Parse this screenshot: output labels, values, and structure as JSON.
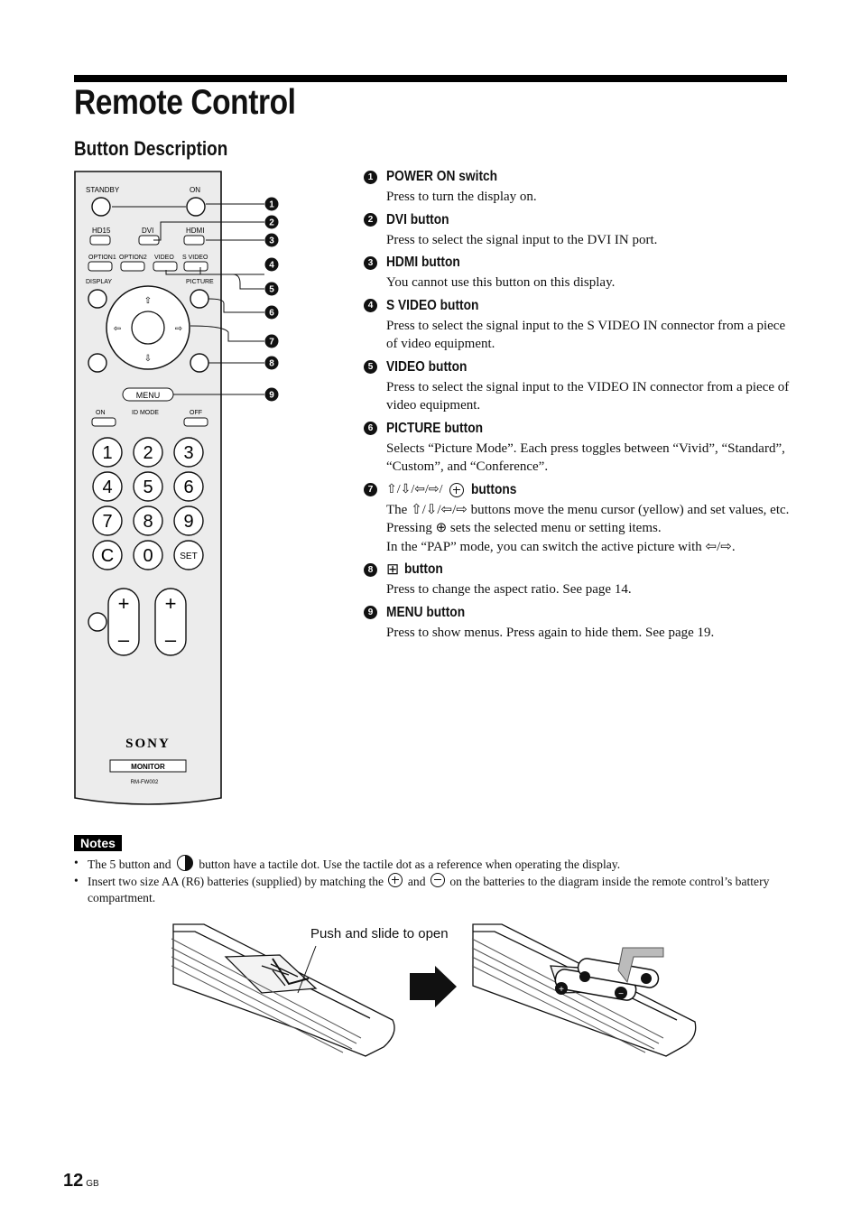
{
  "page": {
    "title": "Remote Control",
    "subtitle": "Button Description",
    "page_number": "12",
    "page_suffix": "GB"
  },
  "remote": {
    "standby": "STANDBY",
    "on": "ON",
    "hd15": "HD15",
    "dvi": "DVI",
    "hdmi": "HDMI",
    "option1": "OPTION1",
    "option2": "OPTION2",
    "video": "VIDEO",
    "svideo": "S VIDEO",
    "display": "DISPLAY",
    "picture": "PICTURE",
    "menu": "MENU",
    "id_on": "ON",
    "id_mode": "ID MODE",
    "id_off": "OFF",
    "keys": [
      "1",
      "2",
      "3",
      "4",
      "5",
      "6",
      "7",
      "8",
      "9",
      "C",
      "0",
      "SET"
    ],
    "brand": "SONY",
    "monitor": "MONITOR",
    "model": "RM-FW002"
  },
  "descriptions": [
    {
      "num": "1",
      "title": "POWER ON switch",
      "body": [
        "Press to turn the display on."
      ]
    },
    {
      "num": "2",
      "title": "DVI button",
      "body": [
        "Press to select the signal input to the DVI IN port."
      ]
    },
    {
      "num": "3",
      "title": "HDMI button",
      "body": [
        "You cannot use this button on this display."
      ]
    },
    {
      "num": "4",
      "title": "S VIDEO button",
      "body": [
        "Press to select the signal input to the S VIDEO IN connector from a piece of video equipment."
      ]
    },
    {
      "num": "5",
      "title": "VIDEO button",
      "body": [
        "Press to select the signal input to the VIDEO IN connector from a piece of video equipment."
      ]
    },
    {
      "num": "6",
      "title": "PICTURE button",
      "body": [
        "Selects “Picture Mode”. Each press toggles between “Vivid”, “Standard”, “Custom”, and “Conference”."
      ]
    },
    {
      "num": "7",
      "title": "buttons",
      "body": [
        "The ⇧/⇩/⇦/⇨ buttons move the menu cursor (yellow) and set values, etc. Pressing ⊕ sets the selected menu or setting items.",
        "In the “PAP” mode, you can switch the active picture with ⇦/⇨."
      ]
    },
    {
      "num": "8",
      "title": "button",
      "body": [
        "Press to change the aspect ratio. See page 14."
      ]
    },
    {
      "num": "9",
      "title": "MENU button",
      "body": [
        "Press to show menus. Press again to hide them. See page 19."
      ]
    }
  ],
  "arrow_symbols": "⇧/⇩/⇦/⇨/",
  "notes": {
    "label": "Notes",
    "items": [
      {
        "before": "The 5 button and",
        "after": "button have a tactile dot. Use the tactile dot as a reference when operating the display."
      },
      {
        "before": "Insert two size AA (R6) batteries (supplied) by matching the",
        "mid": "and",
        "after": "on the batteries to the diagram inside the remote control’s battery compartment."
      }
    ]
  },
  "illustration": {
    "push_label": "Push and slide to open"
  }
}
